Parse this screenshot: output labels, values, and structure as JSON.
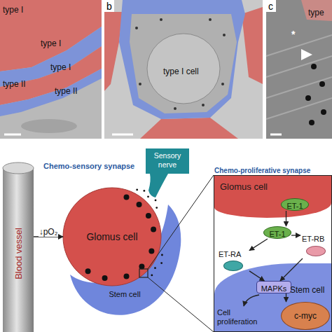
{
  "diagram": {
    "nodes": [
      {
        "text": [
          "Blood vessel"
        ]
      },
      {
        "text": [
          "Glomus cell"
        ]
      },
      {
        "text": [
          "Stem cell"
        ]
      },
      {
        "text": [
          "Sensory nerve"
        ]
      },
      {
        "text": [
          "Chemo-proliferative synapse"
        ]
      },
      {
        "text": [
          "Glomus cell"
        ],
        "in": 4
      },
      {
        "text": [
          "ET-1"
        ],
        "in": 5
      },
      {
        "text": [
          "ET-1"
        ],
        "in": 4
      },
      {
        "text": [
          "ET-RA"
        ],
        "in": 4
      },
      {
        "text": [
          "ET-RB"
        ],
        "in": 4
      },
      {
        "text": [
          "Stem cell"
        ],
        "in": 4
      },
      {
        "text": [
          "MAPKs"
        ],
        "in": 10
      },
      {
        "text": [
          "c-myc"
        ],
        "in": 10
      }
    ],
    "edges": [
      {
        "from": 0,
        "to": 1,
        "arrow": "to",
        "label": "↓pO₂"
      },
      {
        "from": 6,
        "to": 7,
        "arrow": "to"
      },
      {
        "from": 7,
        "to": 9,
        "arrow": "to"
      },
      {
        "from": 7,
        "to": 8,
        "arrow": "to"
      },
      {
        "from": 8,
        "to": 11,
        "arrow": "to"
      },
      {
        "from": 9,
        "to": 11,
        "arrow": "to"
      },
      {
        "from": 11,
        "to": 12,
        "arrow": "to"
      }
    ],
    "labels": [
      "type I",
      "type I",
      "type I",
      "type II",
      "type II",
      "b",
      "type I cell",
      "c",
      "type",
      "*",
      "Chemo-sensory synapse",
      "Cell proliferation"
    ]
  }
}
